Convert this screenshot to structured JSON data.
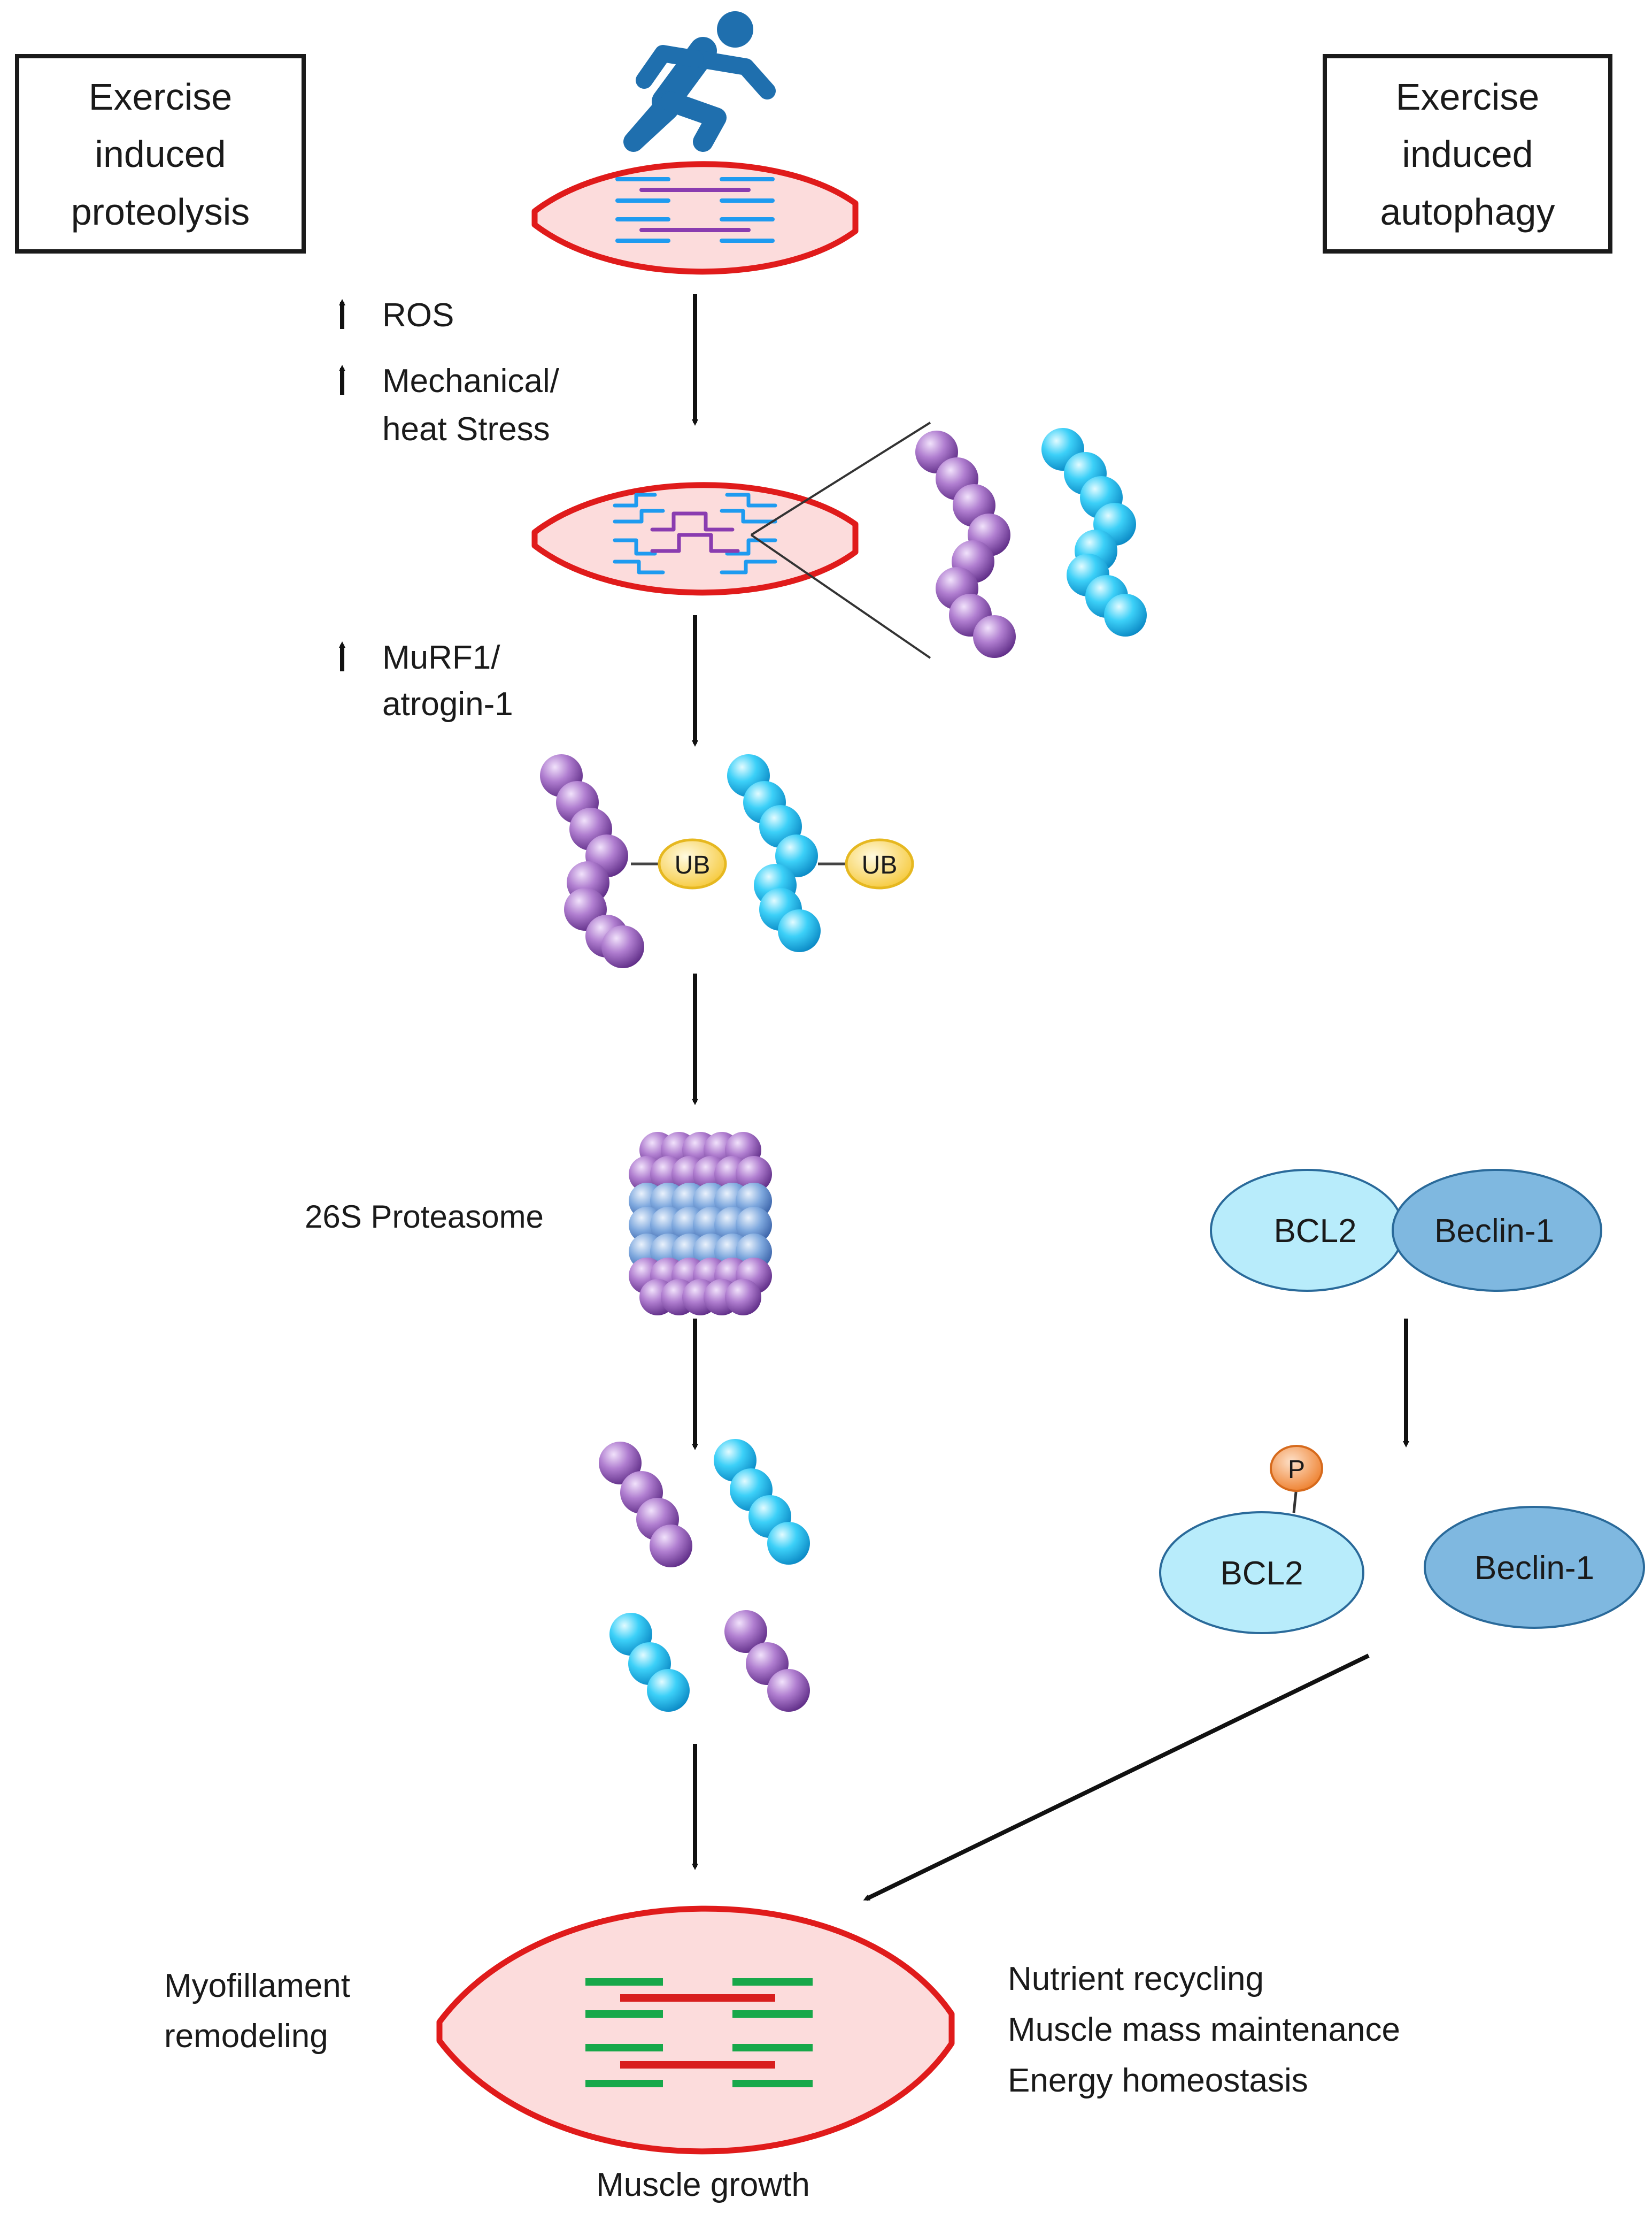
{
  "boxes": {
    "proteolysis": [
      "Exercise",
      "induced",
      "proteolysis"
    ],
    "autophagy": [
      "Exercise",
      "induced",
      "autophagy"
    ]
  },
  "stressors": {
    "ros": "ROS",
    "mechanical_1": "Mechanical/",
    "mechanical_2": "heat Stress",
    "murf_1": "MuRF1/",
    "murf_2": "atrogin-1"
  },
  "ubiquitin": "UB",
  "proteasome": "26S Proteasome",
  "autophagy_complex": {
    "bcl2": "BCL2",
    "beclin": "Beclin-1",
    "phospho": "P"
  },
  "outcome": {
    "left_1": "Myofillament",
    "left_2": "remodeling",
    "right": [
      "Nutrient recycling",
      "Muscle mass maintenance",
      "Energy homeostasis"
    ],
    "title": "Muscle growth"
  },
  "icons": [
    "runner-icon",
    "arrow-up-icon",
    "muscle-fiber-icon",
    "protein-chain-icon",
    "proteasome-icon"
  ],
  "colors": {
    "muscle_fill": "#fcdcdc",
    "muscle_stroke": "#e01b1b",
    "actin": "#1e9bf0",
    "myosin": "#8a3cb0",
    "purple_bead": "#8d4fb0",
    "blue_bead": "#18b6ea",
    "ub": "#f7d13a",
    "bcl2": "#b8ecfb",
    "beclin": "#7fb8e0",
    "phospho": "#f08a3c",
    "green_filament": "#17a84a",
    "red_filament": "#d81e1e",
    "runner": "#1f6fae"
  }
}
